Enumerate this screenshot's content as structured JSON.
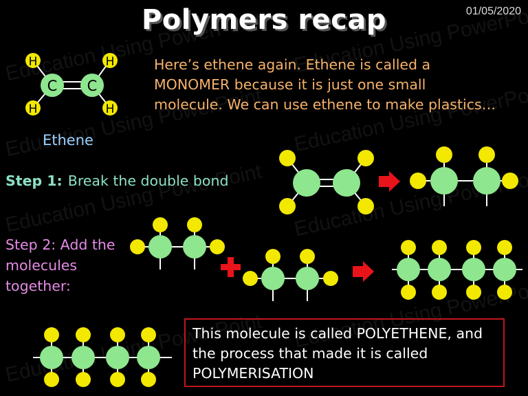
{
  "slide": {
    "title": "Polymers recap",
    "date": "01/05/2020",
    "watermark": "Education Using PowerPoint",
    "intro": "Here’s ethene again.  Ethene is called a MONOMER because it is just one small molecule.  We can use ethene to make plastics…",
    "ethene_label": "Ethene",
    "step1_label": "Step 1:",
    "step1_text": "Break the double bond",
    "step2_text": "Step 2: Add the molecules together:",
    "conclusion": "This molecule is called POLYETHENE, and the process that made it is called POLYMERISATION"
  },
  "ethene_structure": {
    "carbon_symbol": "C",
    "hydrogen_symbol": "H"
  },
  "colors": {
    "background": "#000000",
    "intro_text": "#f7b26a",
    "ethene_label": "#9ad0ff",
    "step1_text": "#8de0c2",
    "step2_text": "#e58ce5",
    "carbon_atom": "#8ee68e",
    "hydrogen_atom": "#f2e800",
    "arrow": "#e8141a",
    "box_border": "#c0161b"
  },
  "icons": {
    "reaction_arrow": "right-arrow-icon",
    "addition": "plus-icon"
  }
}
